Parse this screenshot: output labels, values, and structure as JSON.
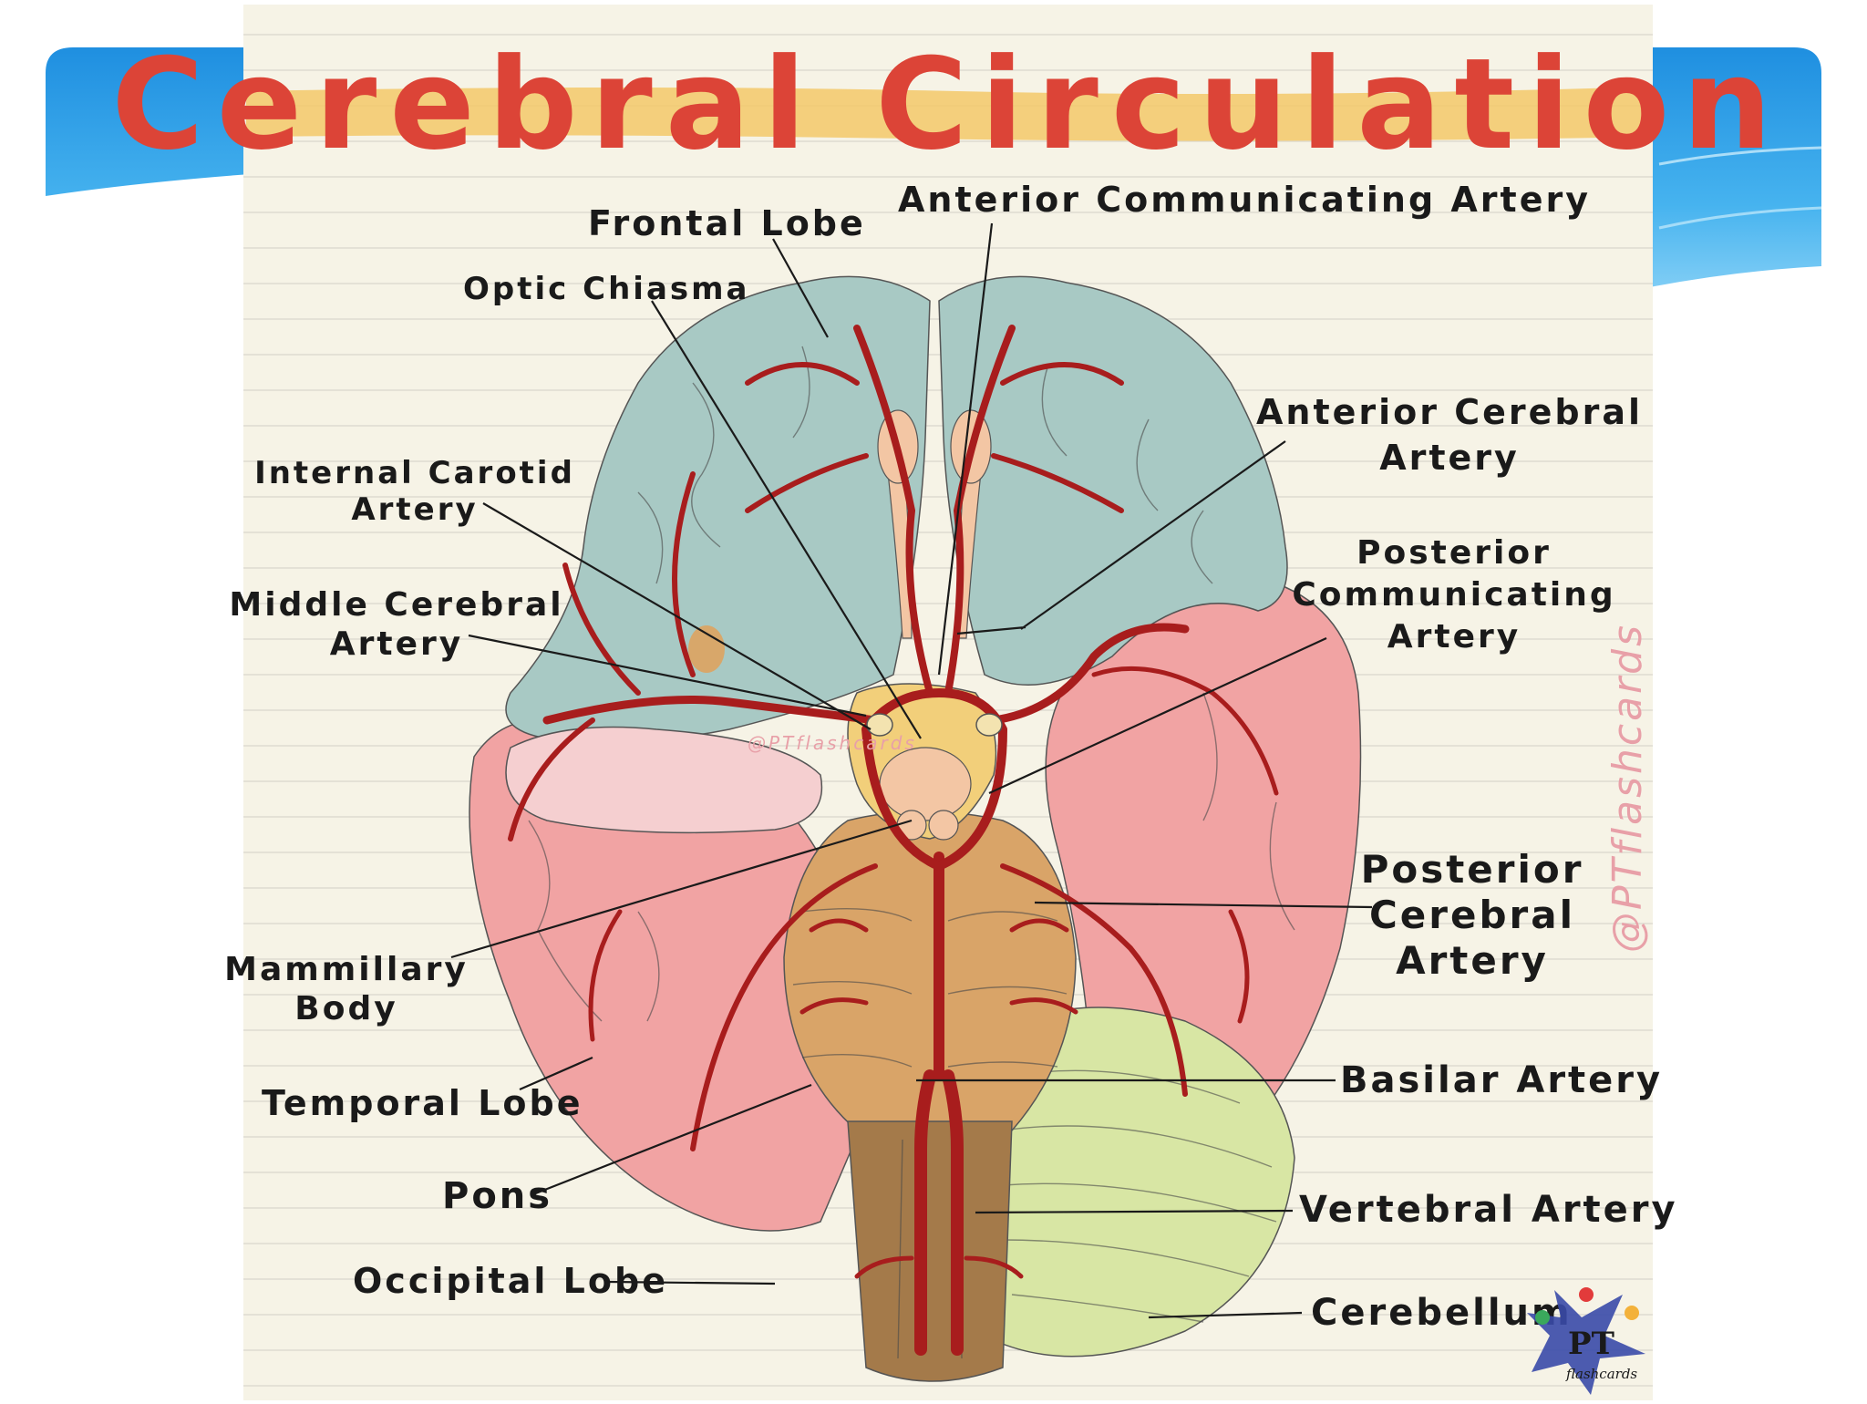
{
  "title": "Cerebral Circulation",
  "watermark_side": "@PTflashcards",
  "watermark_center": "@PTflashcards",
  "logo": {
    "main": "PT",
    "sub": "flashcards"
  },
  "labels": {
    "frontal_lobe": "Frontal Lobe",
    "anterior_communicating": "Anterior Communicating Artery",
    "optic_chiasma": "Optic Chiasma",
    "anterior_cerebral": [
      "Anterior Cerebral",
      "Artery"
    ],
    "internal_carotid": [
      "Internal Carotid",
      "Artery"
    ],
    "posterior_communicating": [
      "Posterior",
      "Communicating",
      "Artery"
    ],
    "middle_cerebral": [
      "Middle Cerebral",
      "Artery"
    ],
    "posterior_cerebral": [
      "Posterior",
      "Cerebral",
      "Artery"
    ],
    "mammillary_body": [
      "Mammillary",
      "Body"
    ],
    "basilar_artery": "Basilar Artery",
    "temporal_lobe": "Temporal Lobe",
    "pons": "Pons",
    "vertebral_artery": "Vertebral Artery",
    "occipital_lobe": "Occipital Lobe",
    "cerebellum": "Cerebellum"
  },
  "colors": {
    "background_paper": "#f6f3e6",
    "title": "#dc4437",
    "highlight": "#f3c868",
    "frontal_lobe": "#a8c9c4",
    "temporal_lobe": "#f1a3a3",
    "cerebellum": "#d8e6a4",
    "pons": "#d9a468",
    "artery": "#a81d1d",
    "slide_accent": "#2a9ae0"
  }
}
